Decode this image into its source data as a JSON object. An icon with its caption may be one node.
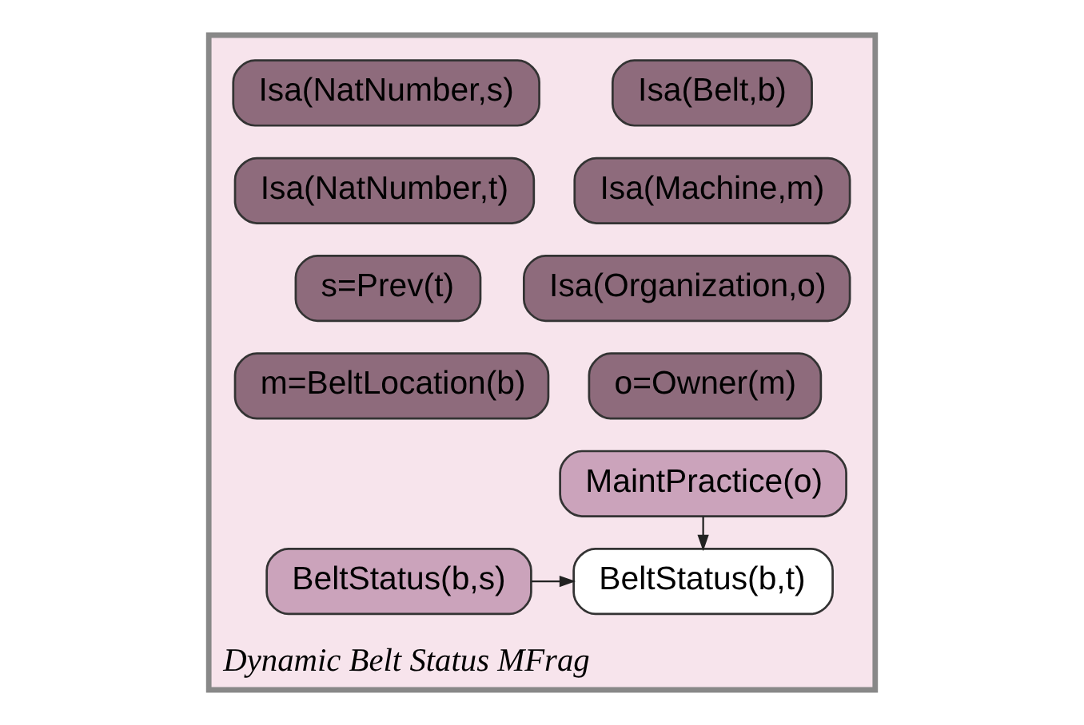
{
  "diagram": {
    "nodes": [
      {
        "text": [
          "Dynamic Belt Status MFrag"
        ]
      },
      {
        "text": [
          "Isa(NatNumber,s)"
        ],
        "in": 0
      },
      {
        "text": [
          "Isa(Belt,b)"
        ],
        "in": 0
      },
      {
        "text": [
          "Isa(NatNumber,t)"
        ],
        "in": 0
      },
      {
        "text": [
          "Isa(Machine,m)"
        ],
        "in": 0
      },
      {
        "text": [
          "s=Prev(t)"
        ],
        "in": 0
      },
      {
        "text": [
          "Isa(Organization,o)"
        ],
        "in": 0
      },
      {
        "text": [
          "m=BeltLocation(b)"
        ],
        "in": 0
      },
      {
        "text": [
          "o=Owner(m)"
        ],
        "in": 0
      },
      {
        "text": [
          "MaintPractice(o)"
        ],
        "in": 0
      },
      {
        "text": [
          "BeltStatus(b,s)"
        ],
        "in": 0
      },
      {
        "text": [
          "BeltStatus(b,t)"
        ],
        "in": 0
      }
    ],
    "edges": [
      {
        "from": 9,
        "to": 11,
        "arrow": "to"
      },
      {
        "from": 10,
        "to": 11,
        "arrow": "to"
      }
    ]
  }
}
